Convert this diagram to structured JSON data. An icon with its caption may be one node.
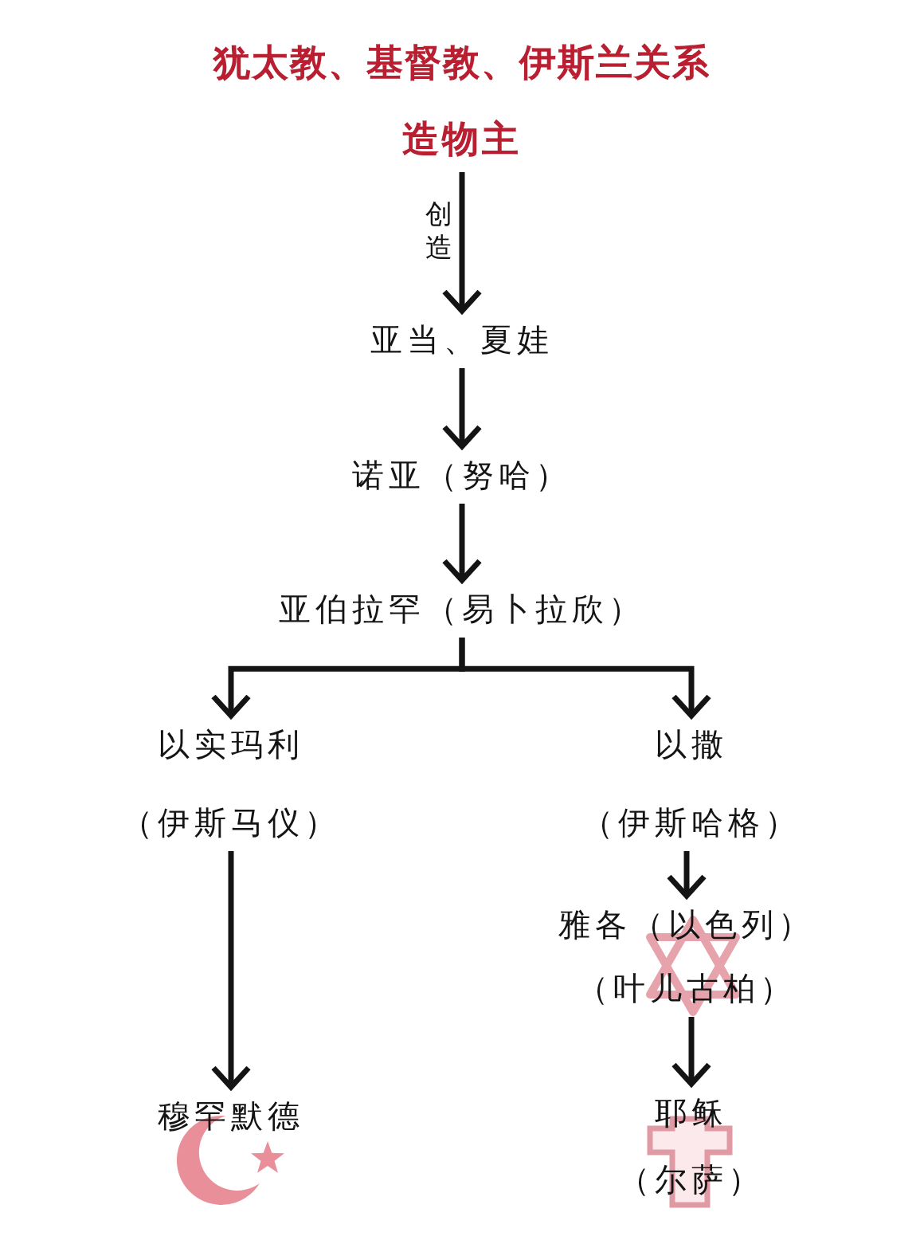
{
  "diagram": {
    "title": "犹太教、基督教、伊斯兰关系",
    "nodes": [
      {
        "text": [
          "造物主"
        ]
      },
      {
        "text": [
          "亚当、夏娃"
        ]
      },
      {
        "text": [
          "诺亚（努哈）"
        ]
      },
      {
        "text": [
          "亚伯拉罕（易卜拉欣）"
        ]
      },
      {
        "text": [
          "以实玛利",
          "（伊斯马仪）"
        ]
      },
      {
        "text": [
          "以撒",
          "（伊斯哈格）"
        ]
      },
      {
        "text": [
          "雅各（以色列）",
          "（叶儿古柏）"
        ]
      },
      {
        "text": [
          "穆罕默德"
        ]
      },
      {
        "text": [
          "耶稣",
          "（尔萨）"
        ]
      }
    ],
    "edges": [
      {
        "from": 0,
        "to": 1,
        "arrow": "to",
        "label": "创造"
      },
      {
        "from": 1,
        "to": 2,
        "arrow": "to"
      },
      {
        "from": 2,
        "to": 3,
        "arrow": "to"
      },
      {
        "from": 3,
        "to": 4,
        "arrow": "to"
      },
      {
        "from": 3,
        "to": 5,
        "arrow": "to"
      },
      {
        "from": 4,
        "to": 7,
        "arrow": "to"
      },
      {
        "from": 5,
        "to": 6,
        "arrow": "to"
      },
      {
        "from": 6,
        "to": 8,
        "arrow": "to"
      }
    ]
  }
}
